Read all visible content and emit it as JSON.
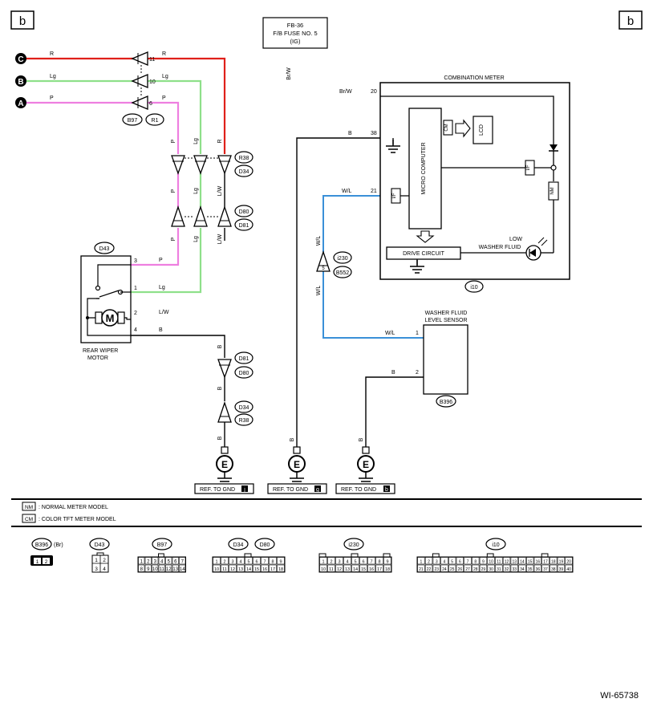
{
  "page_tag_left": "b",
  "page_tag_right": "b",
  "fuse": {
    "line1": "FB-36",
    "line2": "F/B FUSE NO. 5",
    "line3": "(IG)"
  },
  "brw_top": "Br/W",
  "terminals": {
    "c": "C",
    "b": "B",
    "a": "A"
  },
  "wire_colors": {
    "r": "R",
    "lg": "Lg",
    "p": "P",
    "lw": "L/W",
    "b": "B",
    "wl": "W/L",
    "brw": "Br/W"
  },
  "pins": {
    "p11": "11",
    "p10": "10",
    "p6": "6",
    "p4": "4",
    "p3": "3",
    "p2": "2",
    "p1": "1",
    "p20": "20",
    "p38": "38",
    "p21": "21",
    "p5": "5",
    "p7": "7",
    "p8": "8",
    "p9": "9"
  },
  "connectors": {
    "b97": "B97",
    "r1": "R1",
    "r38": "R38",
    "d34": "D34",
    "d80": "D80",
    "d81": "D81",
    "d43": "D43",
    "i230": "i230",
    "b552": "B552",
    "b396": "B396",
    "i10": "i10"
  },
  "combination_meter": {
    "title": "COMBINATION METER",
    "micro_computer": "MICRO COMPUTER",
    "cm": "CM",
    "lcd": "LCD",
    "if": "I/F",
    "nm": "NM",
    "drive_circuit": "DRIVE CIRCUIT",
    "low_washer_line1": "LOW",
    "low_washer_line2": "WASHER FLUID"
  },
  "rear_wiper_motor": {
    "line1": "REAR WIPER",
    "line2": "MOTOR",
    "m": "M"
  },
  "washer_sensor": {
    "line1": "WASHER FLUID",
    "line2": "LEVEL SENSOR"
  },
  "ground_symbol": "E",
  "grounds": [
    {
      "label": "REF. TO GND",
      "code": "j"
    },
    {
      "label": "REF. TO GND",
      "code": "g"
    },
    {
      "label": "REF. TO GND",
      "code": "b"
    }
  ],
  "legend": [
    {
      "code": "NM",
      "text": ": NORMAL METER MODEL"
    },
    {
      "code": "CM",
      "text": ": COLOR TFT METER MODEL"
    }
  ],
  "connector_views": {
    "b396_suffix": "(Br)",
    "b396_pins": [
      "1",
      "2"
    ],
    "d43_pins": [
      "1",
      "2",
      "3",
      "4"
    ],
    "b97_pins": [
      "1",
      "2",
      "3",
      "4",
      "5",
      "6",
      "7",
      "8",
      "9",
      "10",
      "11",
      "12",
      "13",
      "14"
    ],
    "d34_pins": [
      "1",
      "2",
      "3",
      "4",
      "5",
      "6",
      "7",
      "8",
      "9",
      "10",
      "11",
      "12",
      "13",
      "14",
      "15",
      "16",
      "17",
      "18"
    ],
    "i230_pins": [
      "1",
      "2",
      "3",
      "4",
      "5",
      "6",
      "7",
      "8",
      "9",
      "10",
      "11",
      "12",
      "13",
      "14",
      "15",
      "16",
      "17",
      "18"
    ],
    "i10_pins": [
      "1",
      "2",
      "3",
      "4",
      "5",
      "6",
      "7",
      "8",
      "9",
      "10",
      "11",
      "12",
      "13",
      "14",
      "15",
      "16",
      "17",
      "18",
      "19",
      "20",
      "21",
      "22",
      "23",
      "24",
      "25",
      "26",
      "27",
      "28",
      "29",
      "30",
      "31",
      "32",
      "33",
      "34",
      "35",
      "36",
      "37",
      "38",
      "39",
      "40"
    ]
  },
  "figure_id": "WI-65738",
  "colors": {
    "red": "#e0201a",
    "green": "#8ee08a",
    "pink": "#ee7fe0",
    "blue": "#3a90d8",
    "black": "#000000"
  }
}
